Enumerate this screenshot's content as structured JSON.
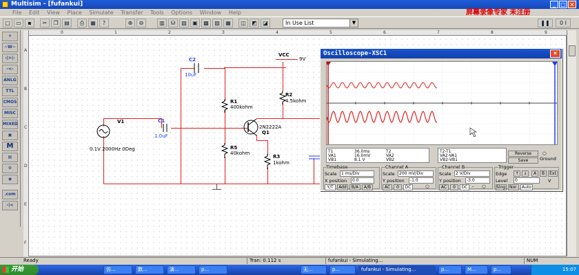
{
  "window": {
    "title": "Multisim - [fufankui]",
    "watermark": "屏幕录像专家 未注册"
  },
  "menu": [
    "File",
    "Edit",
    "View",
    "Place",
    "Simulate",
    "Transfer",
    "Tools",
    "Options",
    "Window",
    "Help"
  ],
  "toolbar": {
    "in_use_list": "In Use List"
  },
  "left_tools": [
    "+",
    "~W~",
    "-|>|-",
    "-<-",
    "ANLG",
    "TTL",
    "CMOS",
    "MISC",
    "MIXED",
    "",
    "M",
    "",
    "",
    "",
    ".com",
    "-|<"
  ],
  "rulers": {
    "top": [
      "0",
      "1",
      "2",
      "3",
      "4",
      "5",
      "6",
      "7",
      "8",
      "9"
    ],
    "left": [
      "A",
      "B",
      "C",
      "D",
      "E",
      "F"
    ]
  },
  "circuit": {
    "vcc": "VCC",
    "vcc_value": "9V",
    "c2": "C2",
    "c2_value": "10uF",
    "r1": "R1",
    "r1_value": "400kohm",
    "r2": "R2",
    "r2_value": "4.5kohm",
    "v1": "V1",
    "v1_value": "0.1V 2000Hz 0Deg",
    "c1": "C1",
    "c1_value": "1.0uF",
    "q1_model": "2N2222A",
    "q1": "Q1",
    "r5": "R5",
    "r5_value": "40kohm",
    "r3": "R3",
    "r3_value": "1kohm"
  },
  "oscilloscope": {
    "title": "Oscilloscope-XSC1",
    "readout": {
      "t1": "T1",
      "va1": "VA1",
      "vb1": "VB1",
      "t1_values": [
        "36.0ms",
        "16.0mV",
        "8.1 V"
      ],
      "t2": "T2",
      "va2": "VA2",
      "vb2": "VB2",
      "t2t1": "T2-T1",
      "va2va1": "VA2-VA1",
      "vb2vb1": "VB2-VB1"
    },
    "buttons": {
      "reverse": "Reverse",
      "save": "Save",
      "ground": "Ground"
    },
    "timebase": {
      "label": "Timebase",
      "scale_label": "Scale",
      "scale": "1 ms/Div",
      "xpos_label": "X position",
      "xpos": "0.0",
      "modes": [
        "Y/T",
        "Add",
        "B/A",
        "A/B"
      ]
    },
    "channel_a": {
      "label": "Channel A",
      "scale_label": "Scale",
      "scale": "200 mV/Div",
      "ypos_label": "Y position",
      "ypos": "-1.0",
      "coupling": [
        "AC",
        "0",
        "DC"
      ]
    },
    "channel_b": {
      "label": "Channel B",
      "scale_label": "Scale",
      "scale": "2 V/Div",
      "ypos_label": "Y position",
      "ypos": "-3.0",
      "coupling": [
        "AC",
        "0",
        "DC",
        "-"
      ]
    },
    "trigger": {
      "label": "Trigger",
      "edge_label": "Edge",
      "level_label": "Level",
      "level": "0",
      "level_unit": "V",
      "modes": [
        "Sing.",
        "Nor.",
        "Auto"
      ],
      "sources": [
        "A",
        "B",
        "Ext"
      ]
    }
  },
  "statusbar": {
    "ready": "Ready",
    "tran": "Tran: 0.112 s",
    "simulating": "fufankui - Simulating...",
    "num": "NUM"
  },
  "taskbar": {
    "start": "开始",
    "tasks": [
      "仿...",
      "数...",
      "演...",
      "p...",
      "无...",
      "p...",
      "fufankui - Simulating...",
      "p...",
      "M...",
      "p..."
    ],
    "clock": "15:07"
  }
}
